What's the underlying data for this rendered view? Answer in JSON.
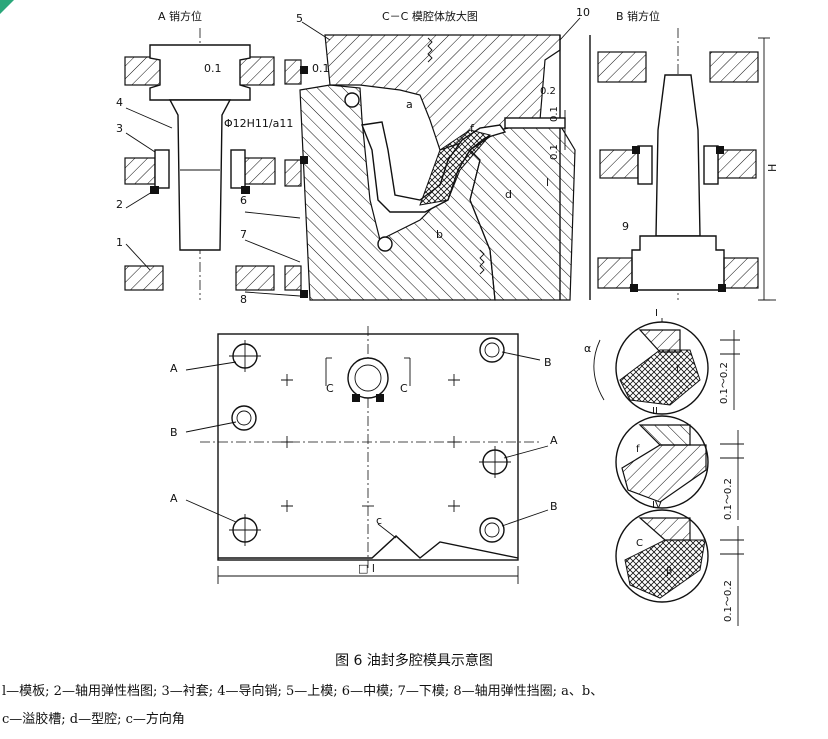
{
  "views": {
    "pin_a": "A 销方位",
    "section_cc": "C－C 模腔体放大图",
    "pin_b": "B 销方位"
  },
  "part_numbers": [
    "1",
    "2",
    "3",
    "4",
    "5",
    "6",
    "7",
    "8",
    "9",
    "10"
  ],
  "dimensions": {
    "fit": "Φ12H11/a11",
    "gap_a": "0.1",
    "gap_b": "0.1",
    "gap_c": "0.2",
    "gap_d": "0.1",
    "gap_e": "0.1",
    "height": "H",
    "range1": "0.1～0.2",
    "range2": "0.1～0.2",
    "range3": "0.1～0.2",
    "plate_width": "□ l"
  },
  "letters": {
    "a": "a",
    "b": "b",
    "d": "d",
    "f": "f",
    "l": "l",
    "A": "A",
    "B": "B",
    "C": "C",
    "c": "c",
    "detail1": "I",
    "detail2": "II",
    "detail3": "IV",
    "alpha": "α",
    "beta": "β"
  },
  "caption": "图 6 油封多腔模具示意图",
  "legend": {
    "line1": "l—模板; 2—轴用弹性档图; 3—衬套; 4—导向销; 5—上模; 6—中模; 7—下模; 8—轴用弹性挡圈; a、b、",
    "line2": "c—溢胶槽; d—型腔; c—方向角"
  }
}
